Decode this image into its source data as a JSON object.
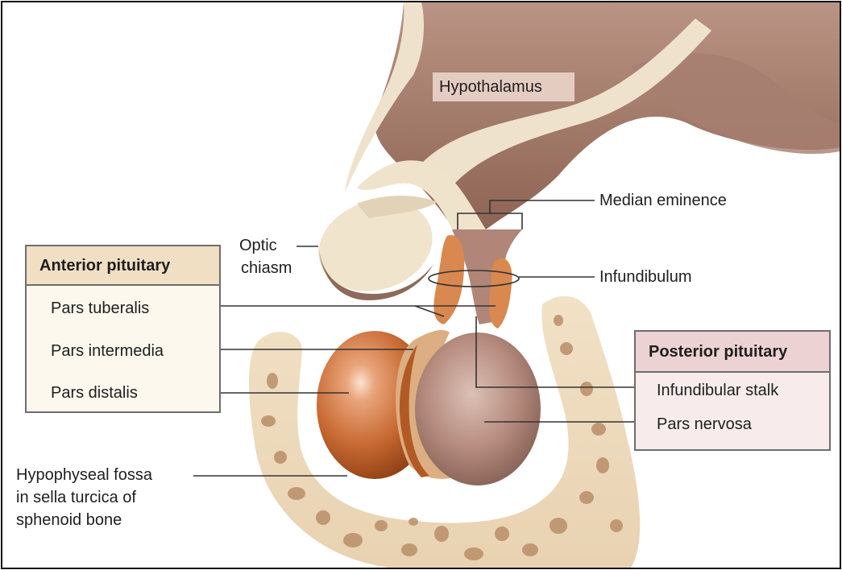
{
  "diagram": {
    "hypothalamus_label": "Hypothalamus",
    "median_eminence_label": "Median eminence",
    "optic_chiasm_line1": "Optic",
    "optic_chiasm_line2": "chiasm",
    "infundibulum_label": "Infundibulum",
    "fossa_line1": "Hypophyseal fossa",
    "fossa_line2": "in sella turcica of",
    "fossa_line3": "sphenoid bone"
  },
  "anterior": {
    "title": "Anterior pituitary",
    "items": [
      "Pars tuberalis",
      "Pars intermedia",
      "Pars distalis"
    ]
  },
  "posterior": {
    "title": "Posterior pituitary",
    "items": [
      "Infundibular stalk",
      "Pars nervosa"
    ]
  }
}
